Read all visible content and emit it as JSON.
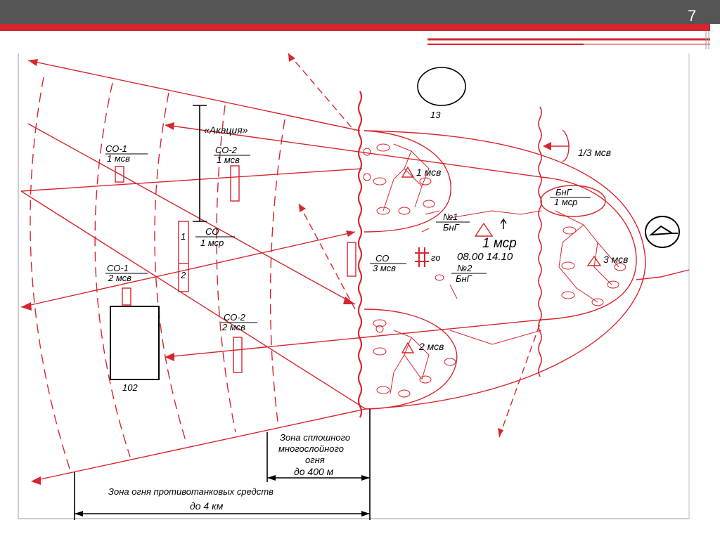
{
  "slide": {
    "number": "7"
  },
  "colors": {
    "accent": "#d6252c",
    "topbar": "#555555",
    "ink": "#000000"
  },
  "labels": {
    "circle_13": "13",
    "third_msv": "1/3 мсв",
    "akaciya": "«Акация»",
    "co1_1msv_top": "СО-1",
    "co1_1msv_bot": "1 мсв",
    "co2_1msv_top": "СО-2",
    "co2_1msv_bot": "1 мсв",
    "co_1msr_top": "СО",
    "co_1msr_bot": "1 мср",
    "bar_1": "1",
    "bar_2": "2",
    "co1_2msv_top": "СО-1",
    "co1_2msv_bot": "2 мсв",
    "box_102": "102",
    "co2_2msv_top": "СО-2",
    "co2_2msv_bot": "2 мсв",
    "msv1": "1 мсв",
    "n1_top": "№1",
    "n1_bot": "БнГ",
    "msr1": "1 мср",
    "time": "08.00 14.10",
    "co_3msv_top": "СО",
    "co_3msv_bot": "3 мсв",
    "go": "го",
    "n2_top": "№2",
    "n2_bot": "БнГ",
    "msv2": "2 мсв",
    "bng_top": "БнГ",
    "bng_bot": "1 мср",
    "msv3": "3 мсв",
    "zone_cont_1": "Зона сплошного",
    "zone_cont_2": "многослойного",
    "zone_cont_3": "огня",
    "zone_cont_4": "до 400 м",
    "zone_at_1": "Зона  огня противотанковых средств",
    "zone_at_2": "до 4 км"
  }
}
